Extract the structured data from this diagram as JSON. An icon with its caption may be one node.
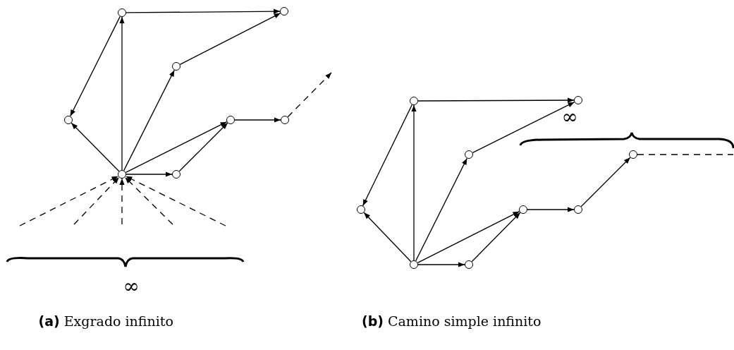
{
  "diagram": {
    "nodes": [
      {
        "text": [],
        "shape": "circle"
      },
      {
        "text": [],
        "shape": "circle"
      },
      {
        "text": [],
        "shape": "circle"
      },
      {
        "text": [],
        "shape": "circle"
      },
      {
        "text": [],
        "shape": "circle"
      },
      {
        "text": [],
        "shape": "circle"
      },
      {
        "text": [],
        "shape": "circle"
      },
      {
        "text": [],
        "shape": "circle"
      },
      {
        "text": [],
        "shape": "circle"
      },
      {
        "text": [],
        "shape": "circle"
      },
      {
        "text": [],
        "shape": "circle"
      },
      {
        "text": [],
        "shape": "circle"
      },
      {
        "text": [],
        "shape": "circle"
      },
      {
        "text": [],
        "shape": "circle"
      },
      {
        "text": [],
        "shape": "circle"
      },
      {
        "text": [],
        "shape": "circle"
      },
      {
        "text": [],
        "shape": "circle"
      }
    ],
    "edges": [
      {
        "from": 6,
        "to": 0,
        "arrow": "to"
      },
      {
        "from": 0,
        "to": 1,
        "arrow": "to"
      },
      {
        "from": 0,
        "to": 3,
        "arrow": "to"
      },
      {
        "from": 6,
        "to": 3,
        "arrow": "to"
      },
      {
        "from": 6,
        "to": 2,
        "arrow": "to"
      },
      {
        "from": 2,
        "to": 1,
        "arrow": "to"
      },
      {
        "from": 6,
        "to": 4,
        "arrow": "to"
      },
      {
        "from": 7,
        "to": 4,
        "arrow": "to"
      },
      {
        "from": 6,
        "to": 7,
        "arrow": "to"
      },
      {
        "from": 4,
        "to": 5,
        "arrow": "to"
      },
      {
        "from": 5,
        "to": null,
        "arrow": "to",
        "style": "dashed"
      },
      {
        "from": null,
        "to": 6,
        "arrow": "to",
        "style": "dashed"
      },
      {
        "from": null,
        "to": 6,
        "arrow": "to",
        "style": "dashed"
      },
      {
        "from": null,
        "to": 6,
        "arrow": "to",
        "style": "dashed"
      },
      {
        "from": null,
        "to": 6,
        "arrow": "to",
        "style": "dashed"
      },
      {
        "from": null,
        "to": 6,
        "arrow": "to",
        "style": "dashed"
      },
      {
        "from": 15,
        "to": 8,
        "arrow": "to"
      },
      {
        "from": 8,
        "to": 9,
        "arrow": "to"
      },
      {
        "from": 8,
        "to": 11,
        "arrow": "to"
      },
      {
        "from": 15,
        "to": 11,
        "arrow": "to"
      },
      {
        "from": 15,
        "to": 10,
        "arrow": "to"
      },
      {
        "from": 10,
        "to": 9,
        "arrow": "to"
      },
      {
        "from": 15,
        "to": 12,
        "arrow": "to"
      },
      {
        "from": 16,
        "to": 12,
        "arrow": "to"
      },
      {
        "from": 15,
        "to": 16,
        "arrow": "to"
      },
      {
        "from": 12,
        "to": 13,
        "arrow": "to"
      },
      {
        "from": 13,
        "to": 14,
        "arrow": "to"
      },
      {
        "from": 14,
        "to": null,
        "arrow": "none",
        "style": "dashed"
      }
    ],
    "labels": [
      "∞",
      "∞",
      "**(a)** Exgrado infinito",
      "**(b)** Camino simple infinito"
    ]
  }
}
